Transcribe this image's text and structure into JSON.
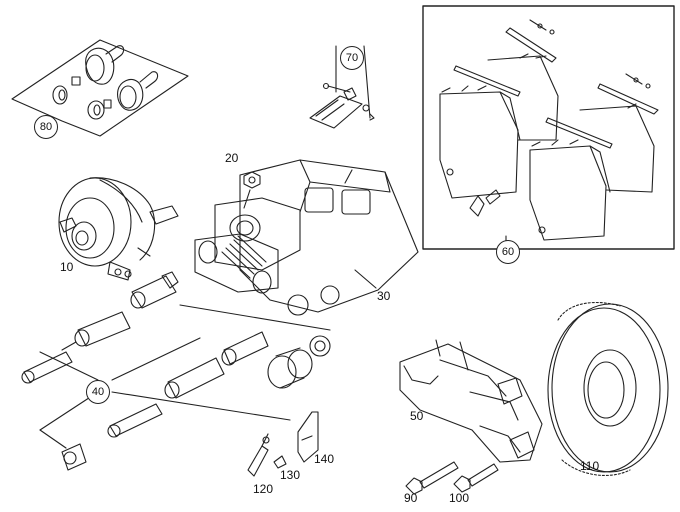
{
  "parts": [
    {
      "id": "p10",
      "number": "10"
    },
    {
      "id": "p20",
      "number": "20"
    },
    {
      "id": "p30",
      "number": "30"
    },
    {
      "id": "p40",
      "number": "40"
    },
    {
      "id": "p50",
      "number": "50"
    },
    {
      "id": "p60",
      "number": "60"
    },
    {
      "id": "p70",
      "number": "70"
    },
    {
      "id": "p80",
      "number": "80"
    },
    {
      "id": "p90",
      "number": "90"
    },
    {
      "id": "p100",
      "number": "100"
    },
    {
      "id": "p110",
      "number": "110"
    },
    {
      "id": "p120",
      "number": "120"
    },
    {
      "id": "p130",
      "number": "130"
    },
    {
      "id": "p140",
      "number": "140"
    }
  ]
}
